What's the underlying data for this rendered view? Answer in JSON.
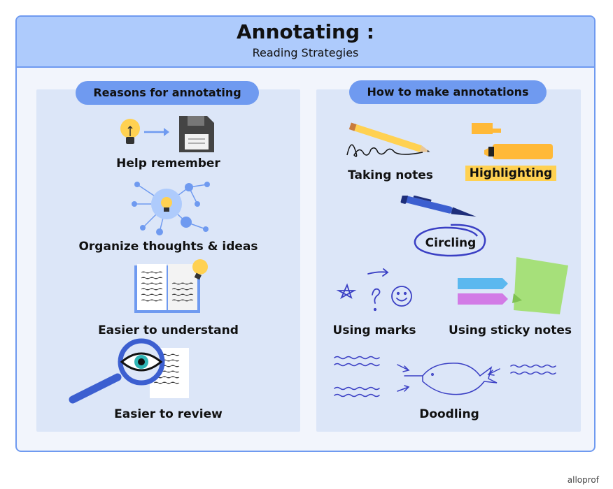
{
  "header": {
    "title": "Annotating :",
    "subtitle": "Reading Strategies"
  },
  "reasons": {
    "heading": "Reasons for annotating",
    "items": [
      {
        "label": "Help remember"
      },
      {
        "label": "Organize thoughts & ideas"
      },
      {
        "label": "Easier to understand"
      },
      {
        "label": "Easier to review"
      }
    ]
  },
  "methods": {
    "heading": "How to make annotations",
    "items": [
      {
        "label": "Taking notes"
      },
      {
        "label": "Highlighting"
      },
      {
        "label": "Circling"
      },
      {
        "label": "Using marks"
      },
      {
        "label": "Using sticky notes"
      },
      {
        "label": "Doodling"
      }
    ]
  },
  "colors": {
    "accent": "#6f9af0",
    "header_bg": "#aecbfc",
    "panel_bg": "#dce6f8",
    "highlight": "#ffd152",
    "ink": "#3a3fc4"
  },
  "footer": {
    "credit": "alloprof"
  }
}
